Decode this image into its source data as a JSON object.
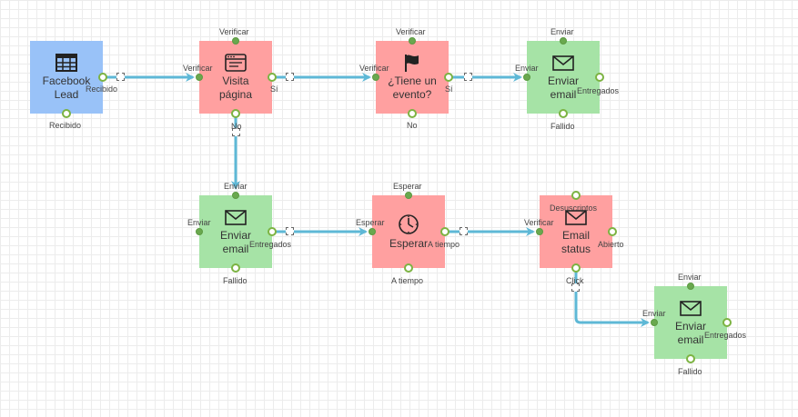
{
  "nodes": {
    "fb_lead": {
      "title_line1": "Facebook",
      "title_line2": "Lead",
      "icon": "table-icon",
      "out_right": "Recibido",
      "out_bottom": "Recibido"
    },
    "visita": {
      "title_line1": "Visita",
      "title_line2": "página",
      "icon": "browser-window-icon",
      "top": "Verificar",
      "left": "Verificar",
      "right": "Sí",
      "bottom": "No"
    },
    "evento": {
      "title_line1": "¿Tiene un",
      "title_line2": "evento?",
      "icon": "flag-icon",
      "top": "Verificar",
      "left": "Verificar",
      "right": "Sí",
      "bottom": "No"
    },
    "enviar1": {
      "title_line1": "Enviar",
      "title_line2": "email",
      "icon": "envelope-icon",
      "top": "Enviar",
      "left": "Enviar",
      "right": "Entregados",
      "bottom": "Fallido"
    },
    "enviar2": {
      "title_line1": "Enviar",
      "title_line2": "email",
      "icon": "envelope-icon",
      "top": "Enviar",
      "left": "Enviar",
      "right": "Entregados",
      "bottom": "Fallido"
    },
    "esperar": {
      "title_line1": "Esperar",
      "icon": "clock-icon",
      "top": "Esperar",
      "left": "Esperar",
      "right": "A tiempo",
      "bottom": "A tiempo"
    },
    "status": {
      "title_line1": "Email",
      "title_line2": "status",
      "icon": "envelope-icon",
      "top": "Desuscriptos",
      "left": "Verificar",
      "right": "Abierto",
      "bottom": "Click"
    },
    "enviar3": {
      "title_line1": "Enviar",
      "title_line2": "email",
      "icon": "envelope-icon",
      "top": "Enviar",
      "left": "Enviar",
      "right": "Entregados",
      "bottom": "Fallido"
    }
  },
  "colors": {
    "blue": "#99c2f8",
    "red": "#ffa0a0",
    "green": "#a6e3a6",
    "connector": "#5eb8d6",
    "port": "#6aa84f"
  }
}
